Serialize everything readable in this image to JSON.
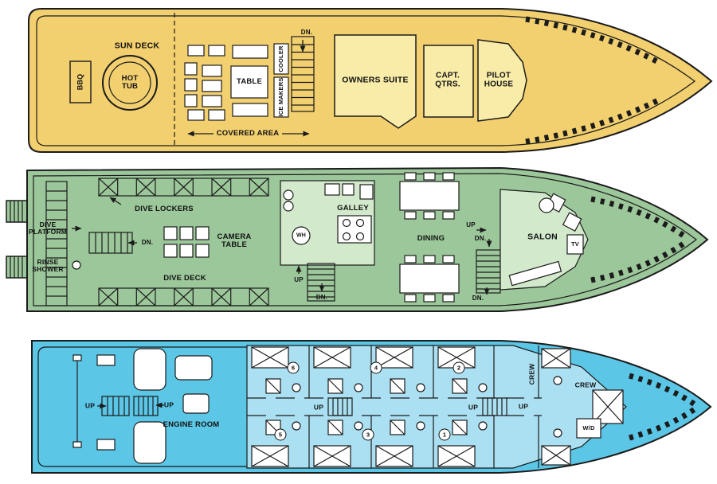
{
  "colors": {
    "sun": "#F2CF6F",
    "sun_room": "#F8ECA8",
    "main": "#9CC79A",
    "main_room": "#D2E9CC",
    "lower": "#5BC6E5",
    "lower_room": "#ABE0F2"
  },
  "sun_deck": {
    "name": "SUN DECK",
    "hot_tub": "HOT TUB",
    "bbq": "BBQ",
    "table": "TABLE",
    "cooler": "COOLER",
    "ice_makers": "ICE MAKERS",
    "dn": "DN.",
    "owners_suite": "OWNERS SUITE",
    "capt_qtrs": "CAPT. QTRS.",
    "pilot_house": "PILOT HOUSE",
    "covered_area": "COVERED AREA"
  },
  "main_deck": {
    "dive_platform": "DIVE PLATFORM",
    "rinse_shower": "RINSE SHOWER",
    "dive_lockers": "DIVE LOCKERS",
    "dn": "DN.",
    "up": "UP",
    "camera_table": "CAMERA TABLE",
    "dive_deck": "DIVE DECK",
    "galley": "GALLEY",
    "wh": "WH",
    "dining": "DINING",
    "salon": "SALON",
    "tv": "TV"
  },
  "lower_deck": {
    "up": "UP",
    "engine_room": "ENGINE ROOM",
    "crew": "CREW",
    "wd": "W/D",
    "cabins": [
      "1",
      "2",
      "3",
      "4",
      "5",
      "6"
    ]
  }
}
